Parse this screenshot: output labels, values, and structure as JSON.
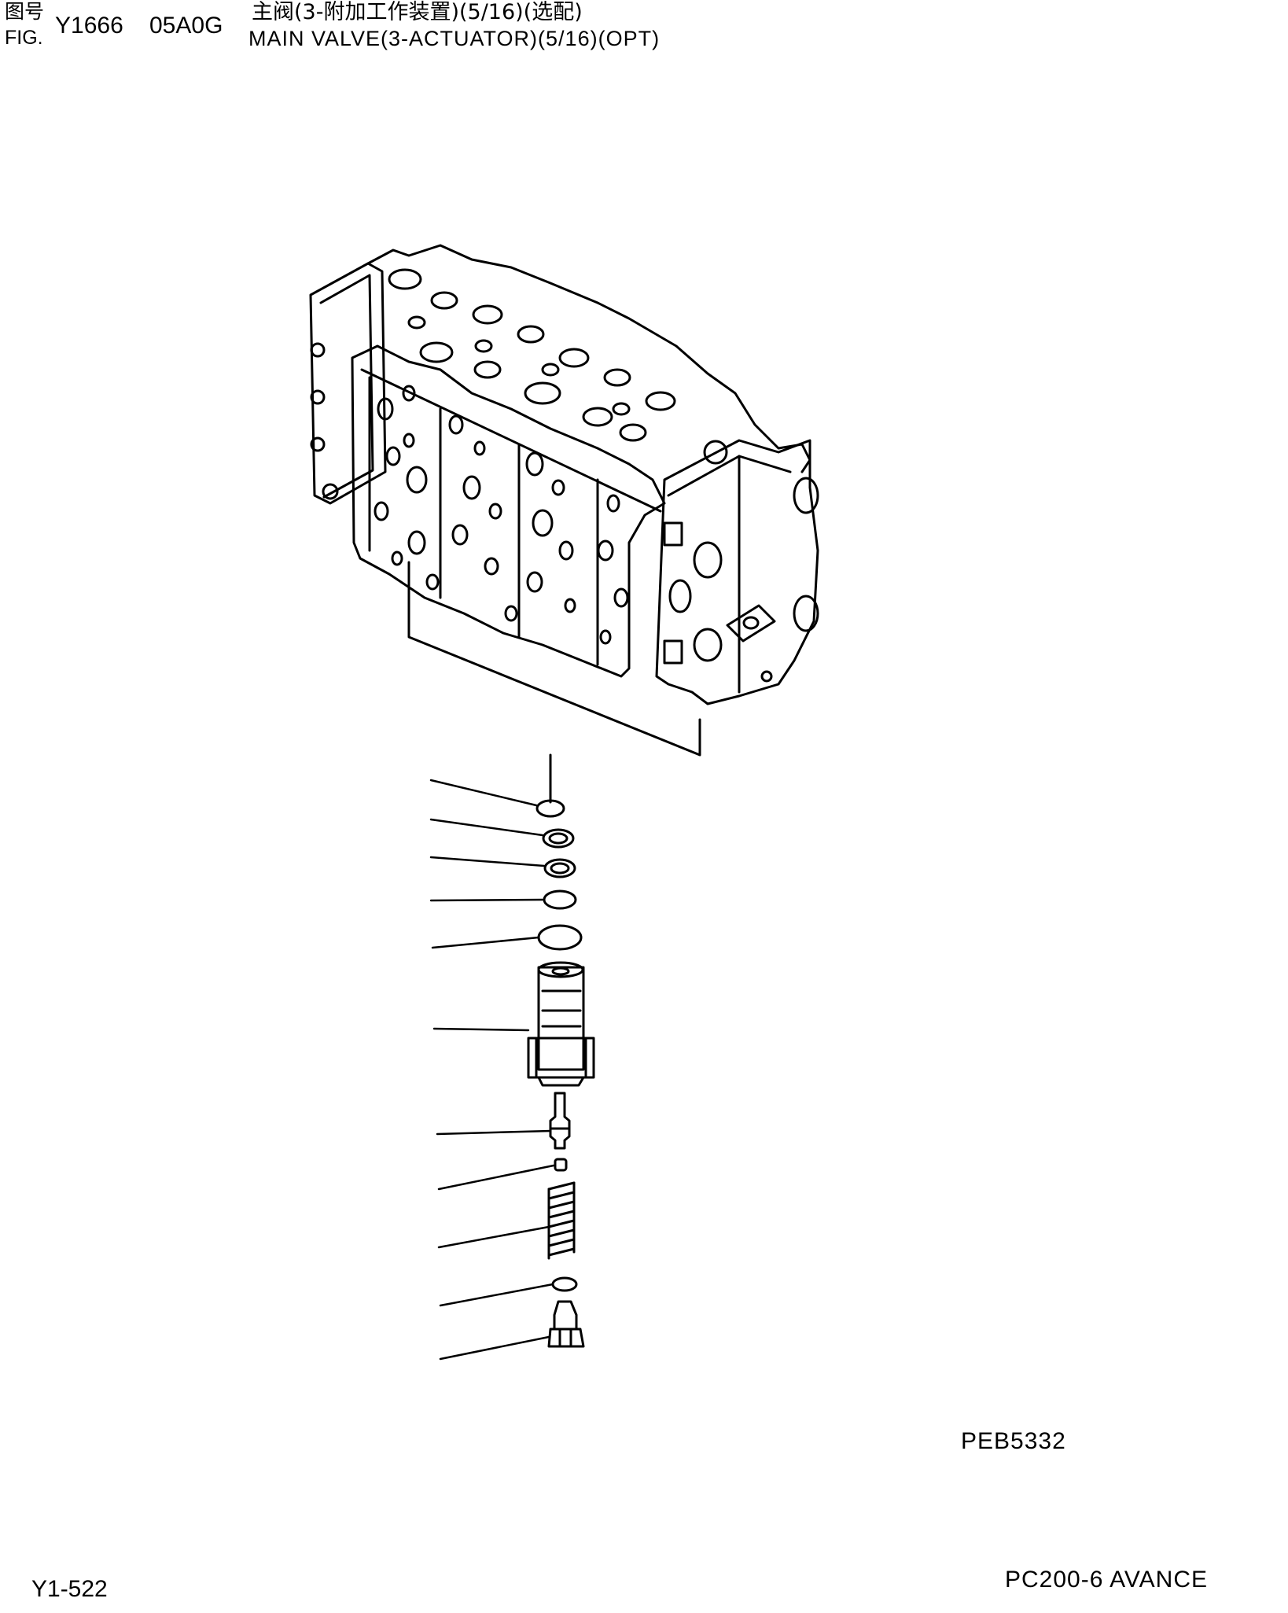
{
  "header": {
    "fig_label_cn": "图号",
    "fig_label_en": "FIG.",
    "fig_number": "Y1666",
    "fig_code": "05A0G",
    "title_cn": "主阀(3-附加工作装置)(5/16)(选配)",
    "title_en": "MAIN VALVE(3-ACTUATOR)(5/16)(OPT)"
  },
  "illustration_code": "PEB5332",
  "footer": {
    "page_number": "Y1-522",
    "model": "PC200-6 AVANCE"
  },
  "colors": {
    "ink": "#000000",
    "paper": "#ffffff"
  }
}
